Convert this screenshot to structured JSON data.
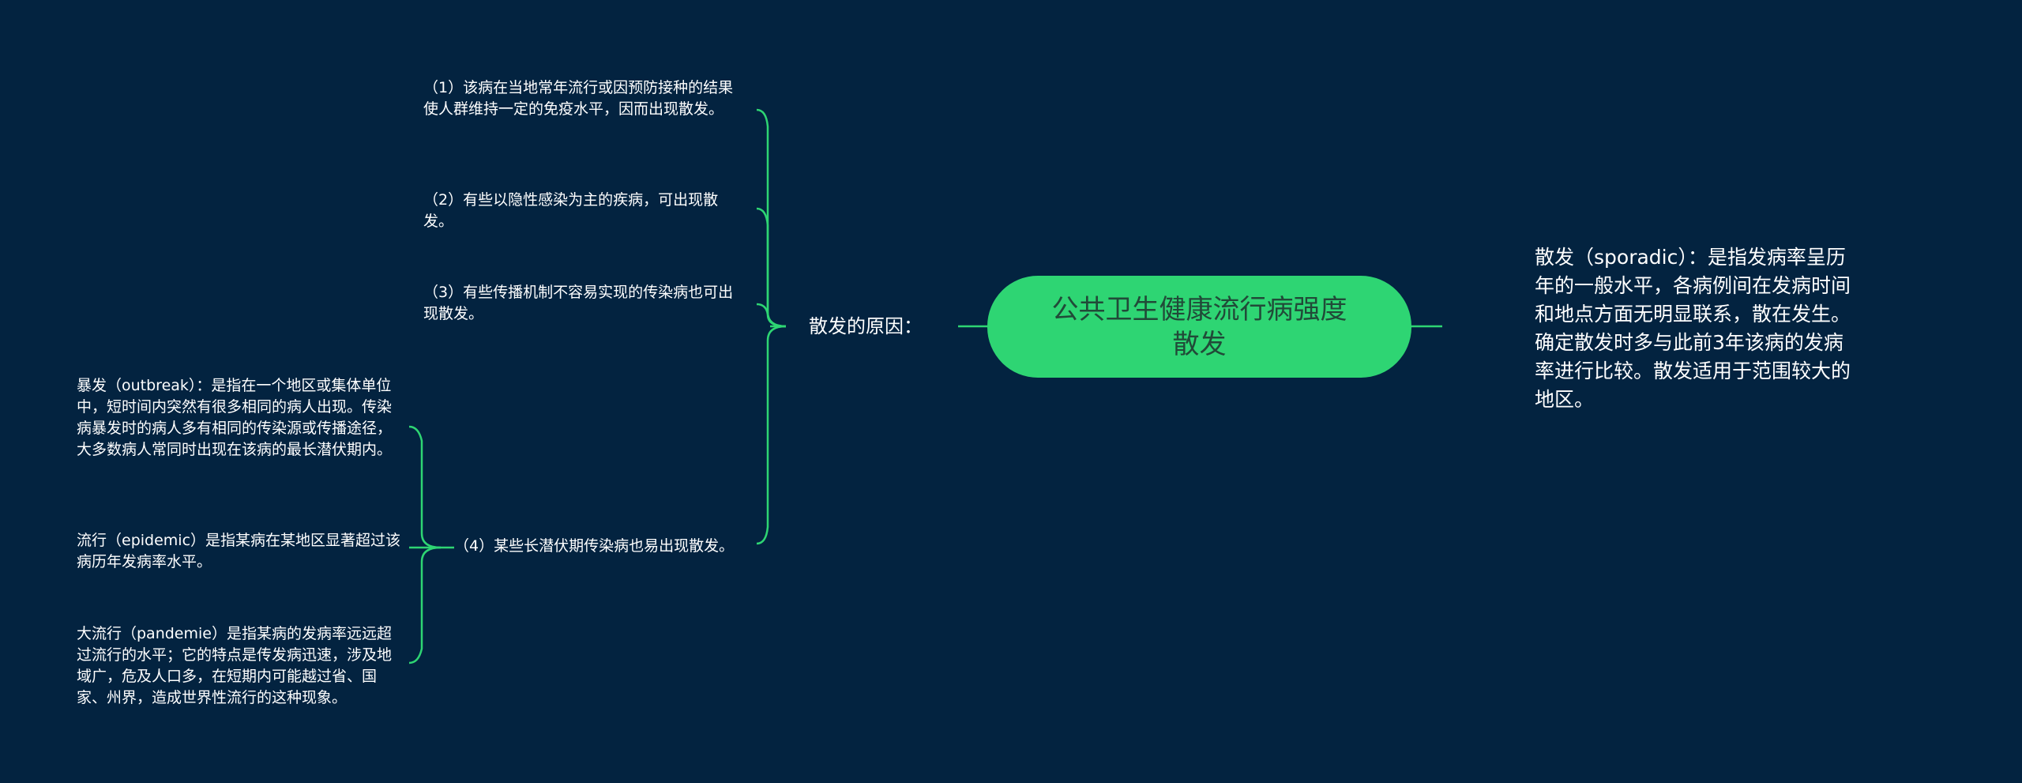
{
  "root": {
    "title": "公共卫生健康流行病强度散发"
  },
  "definition": {
    "text": "散发（sporadic）：是指发病率呈历年的一般水平，各病例间在发病时间和地点方面无明显联系，散在发生。确定散发时多与此前3年该病的发病率进行比较。散发适用于范围较大的地区。"
  },
  "causes": {
    "label": "散发的原因：",
    "items": [
      "（1）该病在当地常年流行或因预防接种的结果使人群维持一定的免疫水平，因而出现散发。",
      "（2）有些以隐性感染为主的疾病，可出现散发。",
      "（3）有些传播机制不容易实现的传染病也可出现散发。",
      "（4）某些长潜伏期传染病也易出现散发。"
    ],
    "subitems": [
      "暴发（outbreak）：是指在一个地区或集体单位中，短时间内突然有很多相同的病人出现。传染病暴发时的病人多有相同的传染源或传播途径，大多数病人常同时出现在该病的最长潜伏期内。",
      "流行（epidemic）是指某病在某地区显著超过该病历年发病率水平。",
      "大流行（pandemie）是指某病的发病率远远超过流行的水平；它的特点是传发病迅速，涉及地域广，危及人口多，在短期内可能越过省、国家、州界，造成世界性流行的这种现象。"
    ]
  },
  "colors": {
    "background": "#032340",
    "root_fill": "#2ed573",
    "connector": "#2ed573",
    "text": "#ffffff"
  }
}
